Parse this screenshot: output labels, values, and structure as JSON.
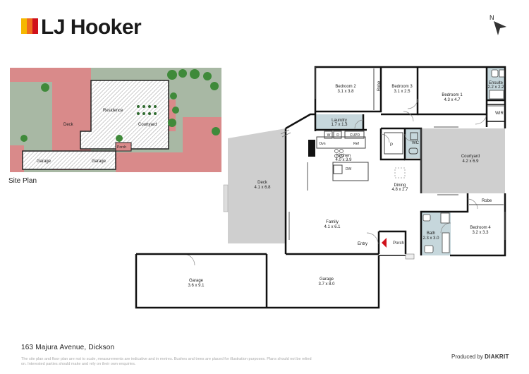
{
  "brand": {
    "name": "LJ Hooker"
  },
  "compass": {
    "label": "N"
  },
  "site_plan": {
    "caption": "Site Plan",
    "labels": {
      "deck": "Deck",
      "residence": "Residence",
      "courtyard": "Courtyard",
      "porch": "Porch",
      "garage_left": "Garage",
      "garage_right": "Garage"
    }
  },
  "rooms": {
    "bedroom2": {
      "name": "Bedroom 2",
      "dims": "3.1 x 3.8"
    },
    "robe_top": {
      "name": "Robe"
    },
    "bedroom3": {
      "name": "Bedroom 3",
      "dims": "3.1 x 2.5"
    },
    "bedroom1": {
      "name": "Bedroom 1",
      "dims": "4.3 x 4.7"
    },
    "ensuite": {
      "name": "Ensuite",
      "dims": "2.2 x 2.2"
    },
    "wir": {
      "name": "WIR"
    },
    "laundry": {
      "name": "Laundry",
      "dims": "1.7 x 1.3"
    },
    "p": {
      "name": "P"
    },
    "wc": {
      "name": "WC"
    },
    "kitchen": {
      "name": "Kitchen",
      "dims": "4.0 x 3.9"
    },
    "courtyard": {
      "name": "Courtyard",
      "dims": "4.2 x 6.9"
    },
    "deck": {
      "name": "Deck",
      "dims": "4.1 x 6.8"
    },
    "dining": {
      "name": "Dining",
      "dims": "4.8 x 2.7"
    },
    "robe_bottom": {
      "name": "Robe"
    },
    "family": {
      "name": "Family",
      "dims": "4.1 x 6.1"
    },
    "bath": {
      "name": "Bath",
      "dims": "2.3 x 3.0"
    },
    "bedroom4": {
      "name": "Bedroom 4",
      "dims": "3.2 x 3.3"
    },
    "entry": {
      "name": "Entry"
    },
    "porch": {
      "name": "Porch"
    },
    "garage_left": {
      "name": "Garage",
      "dims": "3.6 x 9.1"
    },
    "garage_right": {
      "name": "Garage",
      "dims": "3.7 x 8.0"
    }
  },
  "fixtures": {
    "w": "W",
    "d": "D",
    "cupd": "CUPD",
    "ovn": "Ovn",
    "ref": "Ref",
    "dw": "DW"
  },
  "address": "163 Majura Avenue, Dickson",
  "disclaimer": "The site plan and floor plan are not to scale, measurements are indicative and in metres. Bushes and trees are placed for illustration purposes. Plans should not be relied on. Interested parties should make and rely on their own enquiries.",
  "produced": {
    "prefix": "Produced by",
    "name": "DIAKRIT"
  },
  "colors": {
    "wall": "#111111",
    "deck": "#cfcfcf",
    "lawn": "#a8b8a4",
    "paving": "#d98a8a",
    "wet": "#c6d7dc",
    "accent": "#d0111b"
  }
}
